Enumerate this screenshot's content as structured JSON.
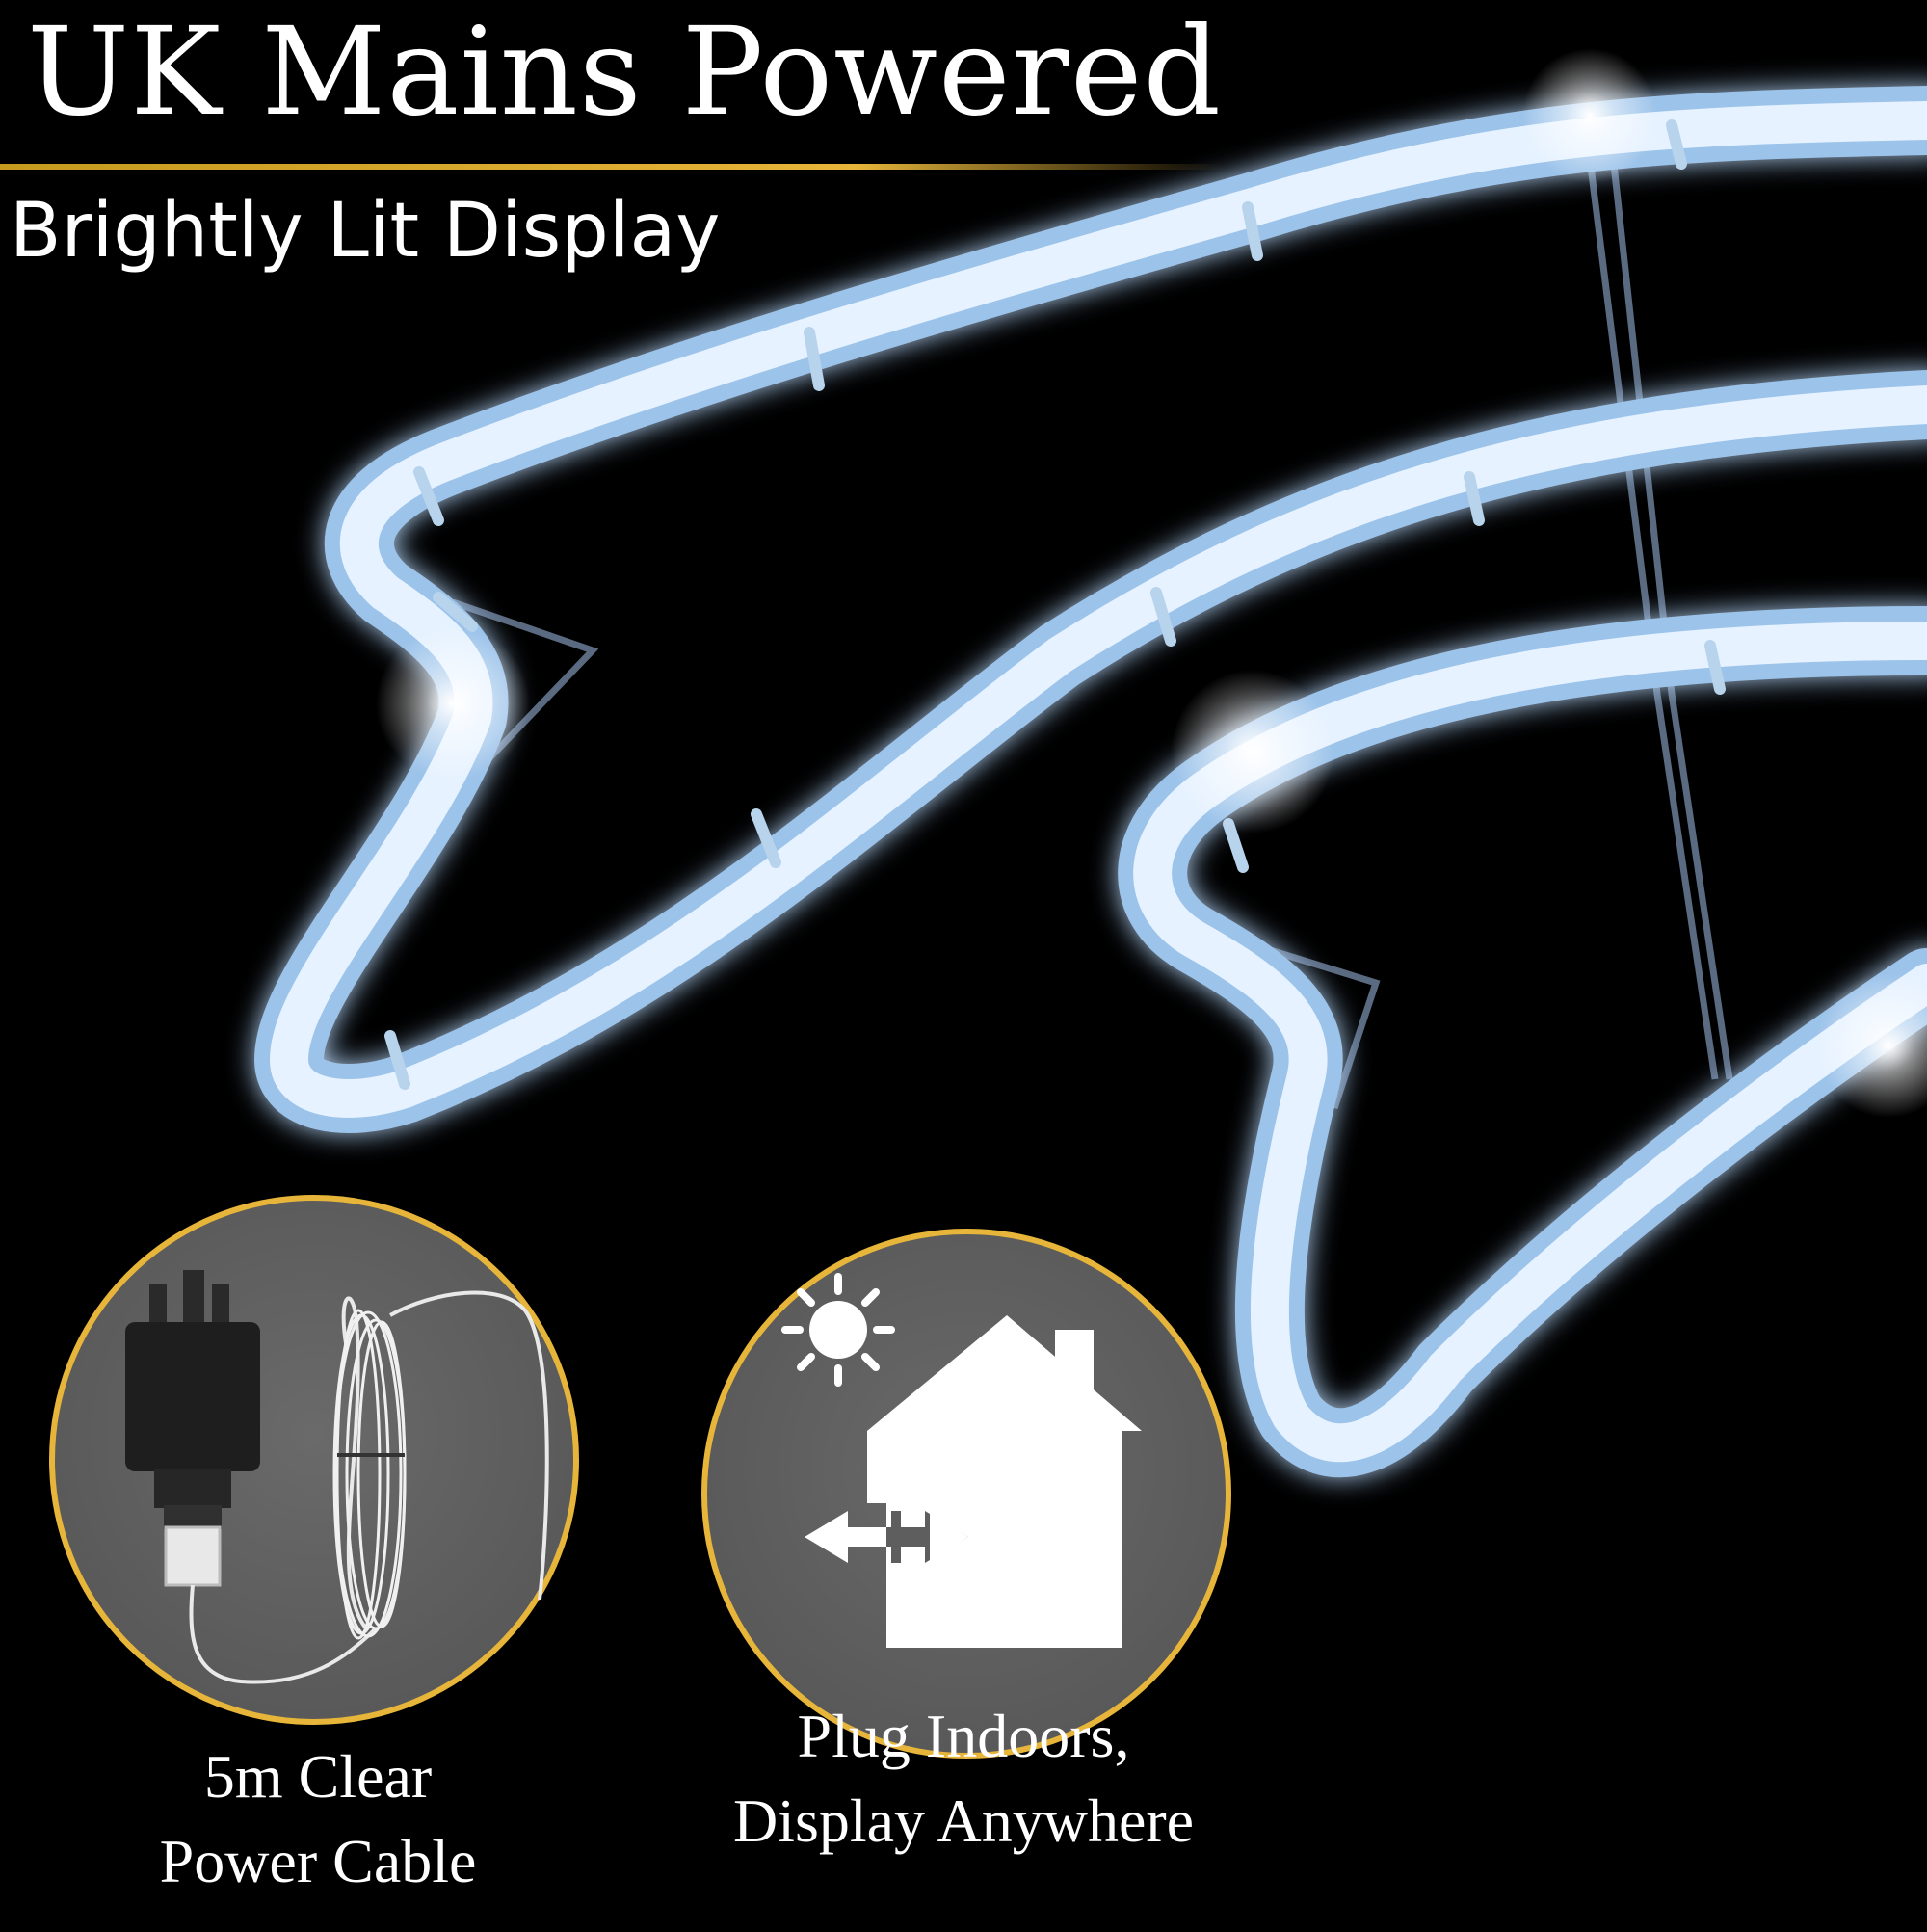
{
  "header": {
    "title": "UK Mains Powered",
    "subtitle": "Brightly Lit Display"
  },
  "colors": {
    "background": "#000000",
    "accent_gold": "#e6b53a",
    "rope_light": "#cfe6ff",
    "badge_fill": "#5e5e5e",
    "icon_white": "#ffffff"
  },
  "features": [
    {
      "icon": "plug-and-cable-icon",
      "line1": "5m Clear",
      "line2": "Power Cable"
    },
    {
      "icon": "sun-house-arrows-icon",
      "line1": "Plug Indoors,",
      "line2": "Display Anywhere"
    }
  ],
  "product_image": {
    "icon": "shooting-star-rope-light"
  }
}
